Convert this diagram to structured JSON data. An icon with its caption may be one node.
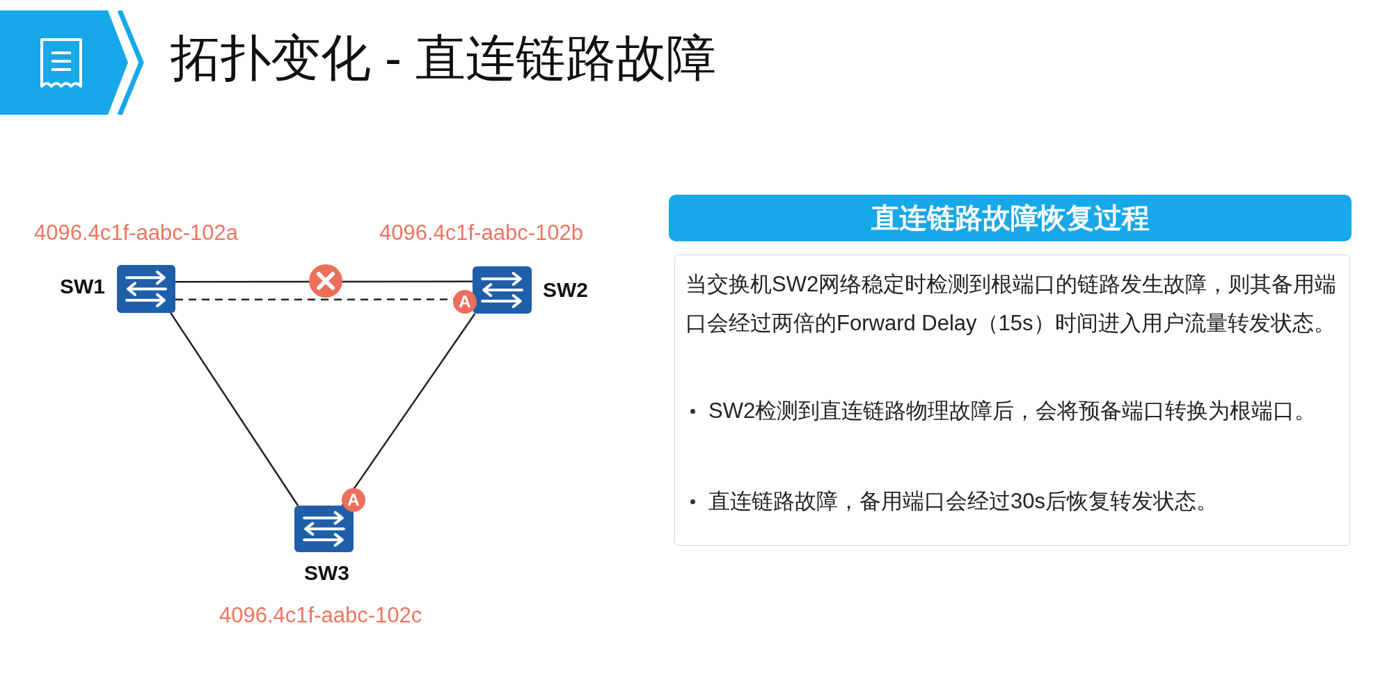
{
  "diagram": {
    "title": "拓扑变化 - 直连链路故障",
    "nodes": [
      {
        "text": [
          "SW1"
        ],
        "beside": [
          "4096.4c1f-aabc-102a"
        ]
      },
      {
        "text": [
          "SW2"
        ],
        "beside": [
          "4096.4c1f-aabc-102b"
        ]
      },
      {
        "text": [
          "SW3"
        ],
        "beside": [
          "4096.4c1f-aabc-102c"
        ]
      },
      {
        "text": [
          "直连链路故障恢复过程"
        ]
      },
      {
        "text": [
          "当交换机SW2网络稳定时检测到根端口的链路发生故障，则其备用端口会经过两倍的Forward Delay（15s）时间进入用户流量转发状态。",
          "SW2检测到直连链路物理故障后，会将预备端口转换为根端口。",
          "直连链路故障，备用端口会经过30s后恢复转发状态。"
        ]
      }
    ],
    "edges": [
      {
        "from": 0,
        "to": 1,
        "arrow": "none"
      },
      {
        "from": 0,
        "to": 1,
        "arrow": "none",
        "style": "dashed"
      },
      {
        "from": 0,
        "to": 2,
        "arrow": "none"
      },
      {
        "from": 1,
        "to": 2,
        "arrow": "none"
      }
    ],
    "labels": [
      "A",
      "A"
    ]
  }
}
